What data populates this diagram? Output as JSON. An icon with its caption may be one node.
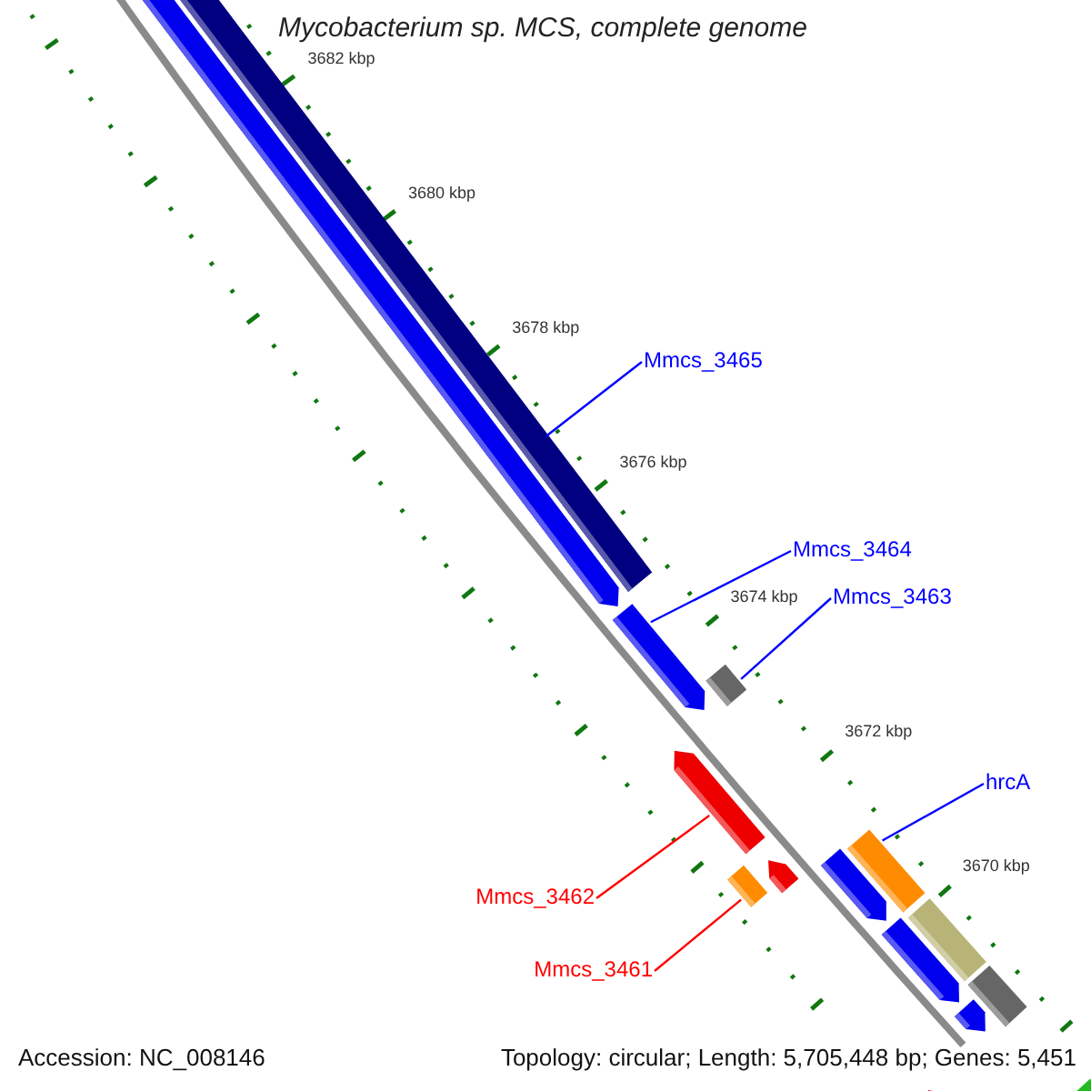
{
  "diagram": {
    "title": "Mycobacterium sp. MCS, complete genome",
    "nodes": [
      {
        "text": [
          "Mmcs_3465"
        ]
      },
      {
        "text": [],
        "shape": "bar"
      },
      {
        "text": [],
        "shape": "arrow"
      },
      {
        "text": [
          "Mmcs_3464"
        ]
      },
      {
        "text": [],
        "shape": "arrow"
      },
      {
        "text": [
          "Mmcs_3463"
        ]
      },
      {
        "text": [],
        "shape": "box"
      },
      {
        "text": [],
        "shape": "arrow"
      },
      {
        "text": [
          "hrcA"
        ]
      },
      {
        "text": [],
        "shape": "arrow"
      },
      {
        "text": [],
        "shape": "bar"
      },
      {
        "text": [],
        "shape": "arrow"
      },
      {
        "text": [
          "Mmcs_3462"
        ]
      },
      {
        "text": [],
        "shape": "box"
      },
      {
        "text": [
          "Mmcs_3461"
        ]
      },
      {
        "text": [],
        "shape": "arrow"
      },
      {
        "text": [],
        "shape": "bar"
      },
      {
        "text": [],
        "shape": "arrow"
      },
      {
        "text": [],
        "shape": "bar"
      },
      {
        "text": [],
        "shape": "arrow"
      },
      {
        "text": [],
        "shape": "arrow"
      }
    ],
    "edges": [
      {
        "from": 0,
        "to": 1,
        "arrow": "none"
      },
      {
        "from": 3,
        "to": 4,
        "arrow": "none"
      },
      {
        "from": 5,
        "to": 6,
        "arrow": "none"
      },
      {
        "from": 8,
        "to": 10,
        "arrow": "none"
      },
      {
        "from": 12,
        "to": 7,
        "arrow": "none",
        "color": "#ff0000"
      },
      {
        "from": 14,
        "to": 13,
        "arrow": "none",
        "color": "#ff0000"
      }
    ],
    "labels": [
      "3682 kbp",
      "3680 kbp",
      "3678 kbp",
      "3676 kbp",
      "3674 kbp",
      "3672 kbp",
      "3670 kbp",
      "Accession: NC_008146",
      "Topology: circular; Length: 5,705,448 bp; Genes: 5,451"
    ]
  }
}
